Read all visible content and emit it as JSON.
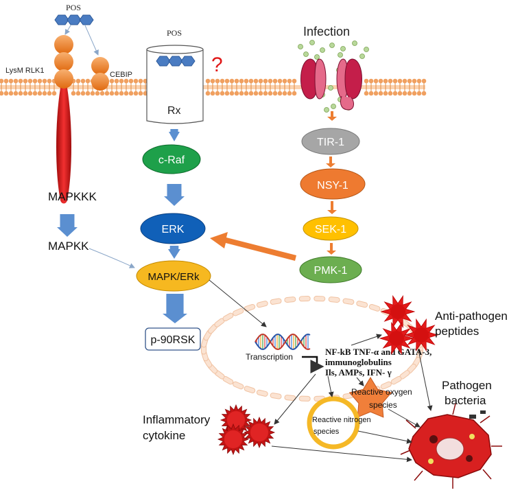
{
  "labels": {
    "pos_top": "POS",
    "pos_rx": "POS",
    "question_mark": "?",
    "infection": "Infection",
    "lysm": "LysM RLK1",
    "cebip": "CEBIP",
    "rx": "Rx",
    "craf": "c-Raf",
    "erk": "ERK",
    "mapk_erk": "MAPK/ERk",
    "p90rsk": "p-90RSK",
    "mapkkk": "MAPKKK",
    "mapkk": "MAPKK",
    "tir1": "TIR-1",
    "nsy1": "NSY-1",
    "sek1": "SEK-1",
    "pmk1": "PMK-1",
    "transcription": "Transcription",
    "genes_line1": "NF-kB TNF-α and GATA-3,",
    "genes_line2": "immunoglobulins",
    "genes_line3": "Ils, AMPs, IFN- γ",
    "ros_line1": "Reactive oxygen",
    "ros_line2": "species",
    "rns_line1": "Reactive nitrogen",
    "rns_line2": "species",
    "anti_line1": "Anti-pathogen",
    "anti_line2": "peptides",
    "pathogen_line1": "Pathogen",
    "pathogen_line2": "bacteria",
    "inflam_line1": "Inflammatory",
    "inflam_line2": "cytokine"
  },
  "colors": {
    "membrane": "#f0a060",
    "orange_ball": "#f08a28",
    "receptor_red": "#e8191b",
    "hexagon": "#4a7cc2",
    "craf": "#1ea04a",
    "erk": "#1060b8",
    "mapk_erk": "#f6b820",
    "tir1": "#a6a6a6",
    "nsy1": "#ee7a30",
    "sek1": "#ffc000",
    "pmk1": "#6cae50",
    "blue_arrow": "#5b8fd0",
    "orange_arrow": "#ed7d31",
    "red_star": "#e31b1b",
    "ros_star": "#f07f3a",
    "rns_circle": "#f5b826",
    "bacteria": "#d82020"
  }
}
